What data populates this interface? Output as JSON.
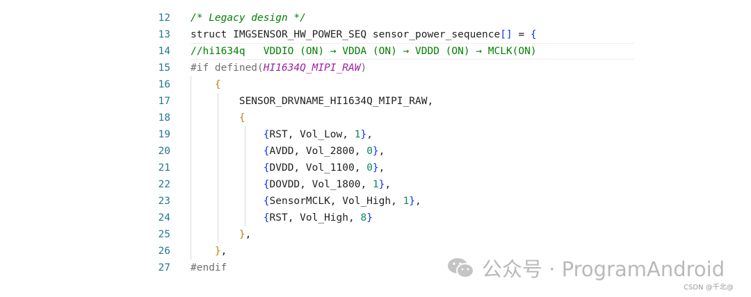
{
  "lines": [
    {
      "n": "12",
      "parts": [
        {
          "t": "/* Legacy design */",
          "c": "c-comment"
        }
      ]
    },
    {
      "n": "13",
      "parts": [
        {
          "t": "struct IMGSENSOR_HW_POWER_SEQ sensor_power_sequence",
          "c": "c-text"
        },
        {
          "t": "[]",
          "c": "c-brace1"
        },
        {
          "t": " = ",
          "c": "c-text"
        },
        {
          "t": "{",
          "c": "c-brace1"
        }
      ]
    },
    {
      "n": "14",
      "parts": [
        {
          "t": "//hi1634q   VDDIO (ON) → VDDA (ON) → VDDD (ON) → MCLK(ON)",
          "c": "c-comment-plain"
        }
      ]
    },
    {
      "n": "15",
      "parts": [
        {
          "t": "#if defined(",
          "c": "c-pre"
        },
        {
          "t": "HI1634Q_MIPI_RAW",
          "c": "c-macro"
        },
        {
          "t": ")",
          "c": "c-pre"
        }
      ]
    },
    {
      "n": "16",
      "parts": [
        {
          "t": "    ",
          "c": "c-text"
        },
        {
          "t": "{",
          "c": "c-brace2"
        }
      ]
    },
    {
      "n": "17",
      "parts": [
        {
          "t": "        SENSOR_DRVNAME_HI1634Q_MIPI_RAW,",
          "c": "c-text"
        }
      ]
    },
    {
      "n": "18",
      "parts": [
        {
          "t": "        ",
          "c": "c-text"
        },
        {
          "t": "{",
          "c": "c-brace2"
        }
      ]
    },
    {
      "n": "19",
      "parts": [
        {
          "t": "            ",
          "c": "c-text"
        },
        {
          "t": "{",
          "c": "c-brace1"
        },
        {
          "t": "RST, Vol_Low, ",
          "c": "c-text"
        },
        {
          "t": "1",
          "c": "c-num"
        },
        {
          "t": "}",
          "c": "c-brace1"
        },
        {
          "t": ",",
          "c": "c-text"
        }
      ]
    },
    {
      "n": "20",
      "parts": [
        {
          "t": "            ",
          "c": "c-text"
        },
        {
          "t": "{",
          "c": "c-brace1"
        },
        {
          "t": "AVDD, Vol_2800, ",
          "c": "c-text"
        },
        {
          "t": "0",
          "c": "c-num"
        },
        {
          "t": "}",
          "c": "c-brace1"
        },
        {
          "t": ",",
          "c": "c-text"
        }
      ]
    },
    {
      "n": "21",
      "parts": [
        {
          "t": "            ",
          "c": "c-text"
        },
        {
          "t": "{",
          "c": "c-brace1"
        },
        {
          "t": "DVDD, Vol_1100, ",
          "c": "c-text"
        },
        {
          "t": "0",
          "c": "c-num"
        },
        {
          "t": "}",
          "c": "c-brace1"
        },
        {
          "t": ",",
          "c": "c-text"
        }
      ]
    },
    {
      "n": "22",
      "parts": [
        {
          "t": "            ",
          "c": "c-text"
        },
        {
          "t": "{",
          "c": "c-brace1"
        },
        {
          "t": "DOVDD, Vol_1800, ",
          "c": "c-text"
        },
        {
          "t": "1",
          "c": "c-num"
        },
        {
          "t": "}",
          "c": "c-brace1"
        },
        {
          "t": ",",
          "c": "c-text"
        }
      ]
    },
    {
      "n": "23",
      "parts": [
        {
          "t": "            ",
          "c": "c-text"
        },
        {
          "t": "{",
          "c": "c-brace1"
        },
        {
          "t": "SensorMCLK, Vol_High, ",
          "c": "c-text"
        },
        {
          "t": "1",
          "c": "c-num"
        },
        {
          "t": "}",
          "c": "c-brace1"
        },
        {
          "t": ",",
          "c": "c-text"
        }
      ]
    },
    {
      "n": "24",
      "parts": [
        {
          "t": "            ",
          "c": "c-text"
        },
        {
          "t": "{",
          "c": "c-brace1"
        },
        {
          "t": "RST, Vol_High, ",
          "c": "c-text"
        },
        {
          "t": "8",
          "c": "c-num"
        },
        {
          "t": "}",
          "c": "c-brace1"
        }
      ]
    },
    {
      "n": "25",
      "parts": [
        {
          "t": "        ",
          "c": "c-text"
        },
        {
          "t": "}",
          "c": "c-brace2"
        },
        {
          "t": ",",
          "c": "c-text"
        }
      ]
    },
    {
      "n": "26",
      "parts": [
        {
          "t": "    ",
          "c": "c-text"
        },
        {
          "t": "}",
          "c": "c-brace2"
        },
        {
          "t": ",",
          "c": "c-text"
        }
      ]
    },
    {
      "n": "27",
      "parts": [
        {
          "t": "#endif",
          "c": "c-pre"
        }
      ]
    }
  ],
  "watermark": {
    "text": "公众号 · ProgramAndroid",
    "icon": "wechat-icon"
  },
  "csdn_credit": "CSDN @千北@"
}
